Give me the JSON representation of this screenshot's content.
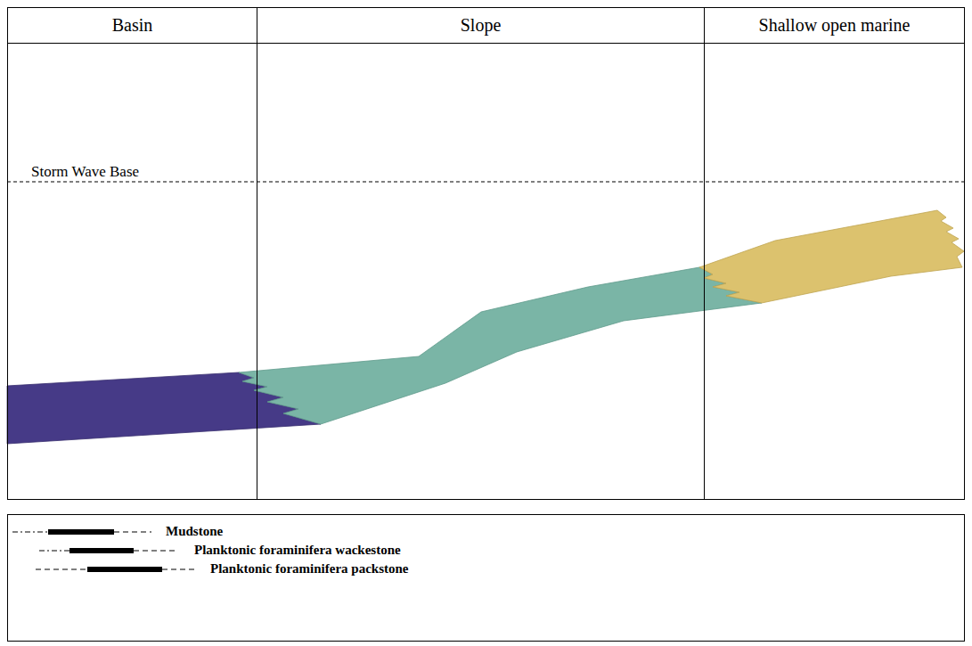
{
  "diagram": {
    "nodes": [
      {
        "text": [
          "Basin"
        ]
      },
      {
        "text": [
          "Slope"
        ]
      },
      {
        "text": [
          "Shallow open marine"
        ]
      }
    ],
    "labels": [
      "Storm Wave Base"
    ],
    "legend": [
      {
        "text": "Mudstone"
      },
      {
        "text": "Planktonic foraminifera wackestone"
      },
      {
        "text": "Planktonic foraminifera packstone"
      }
    ]
  }
}
